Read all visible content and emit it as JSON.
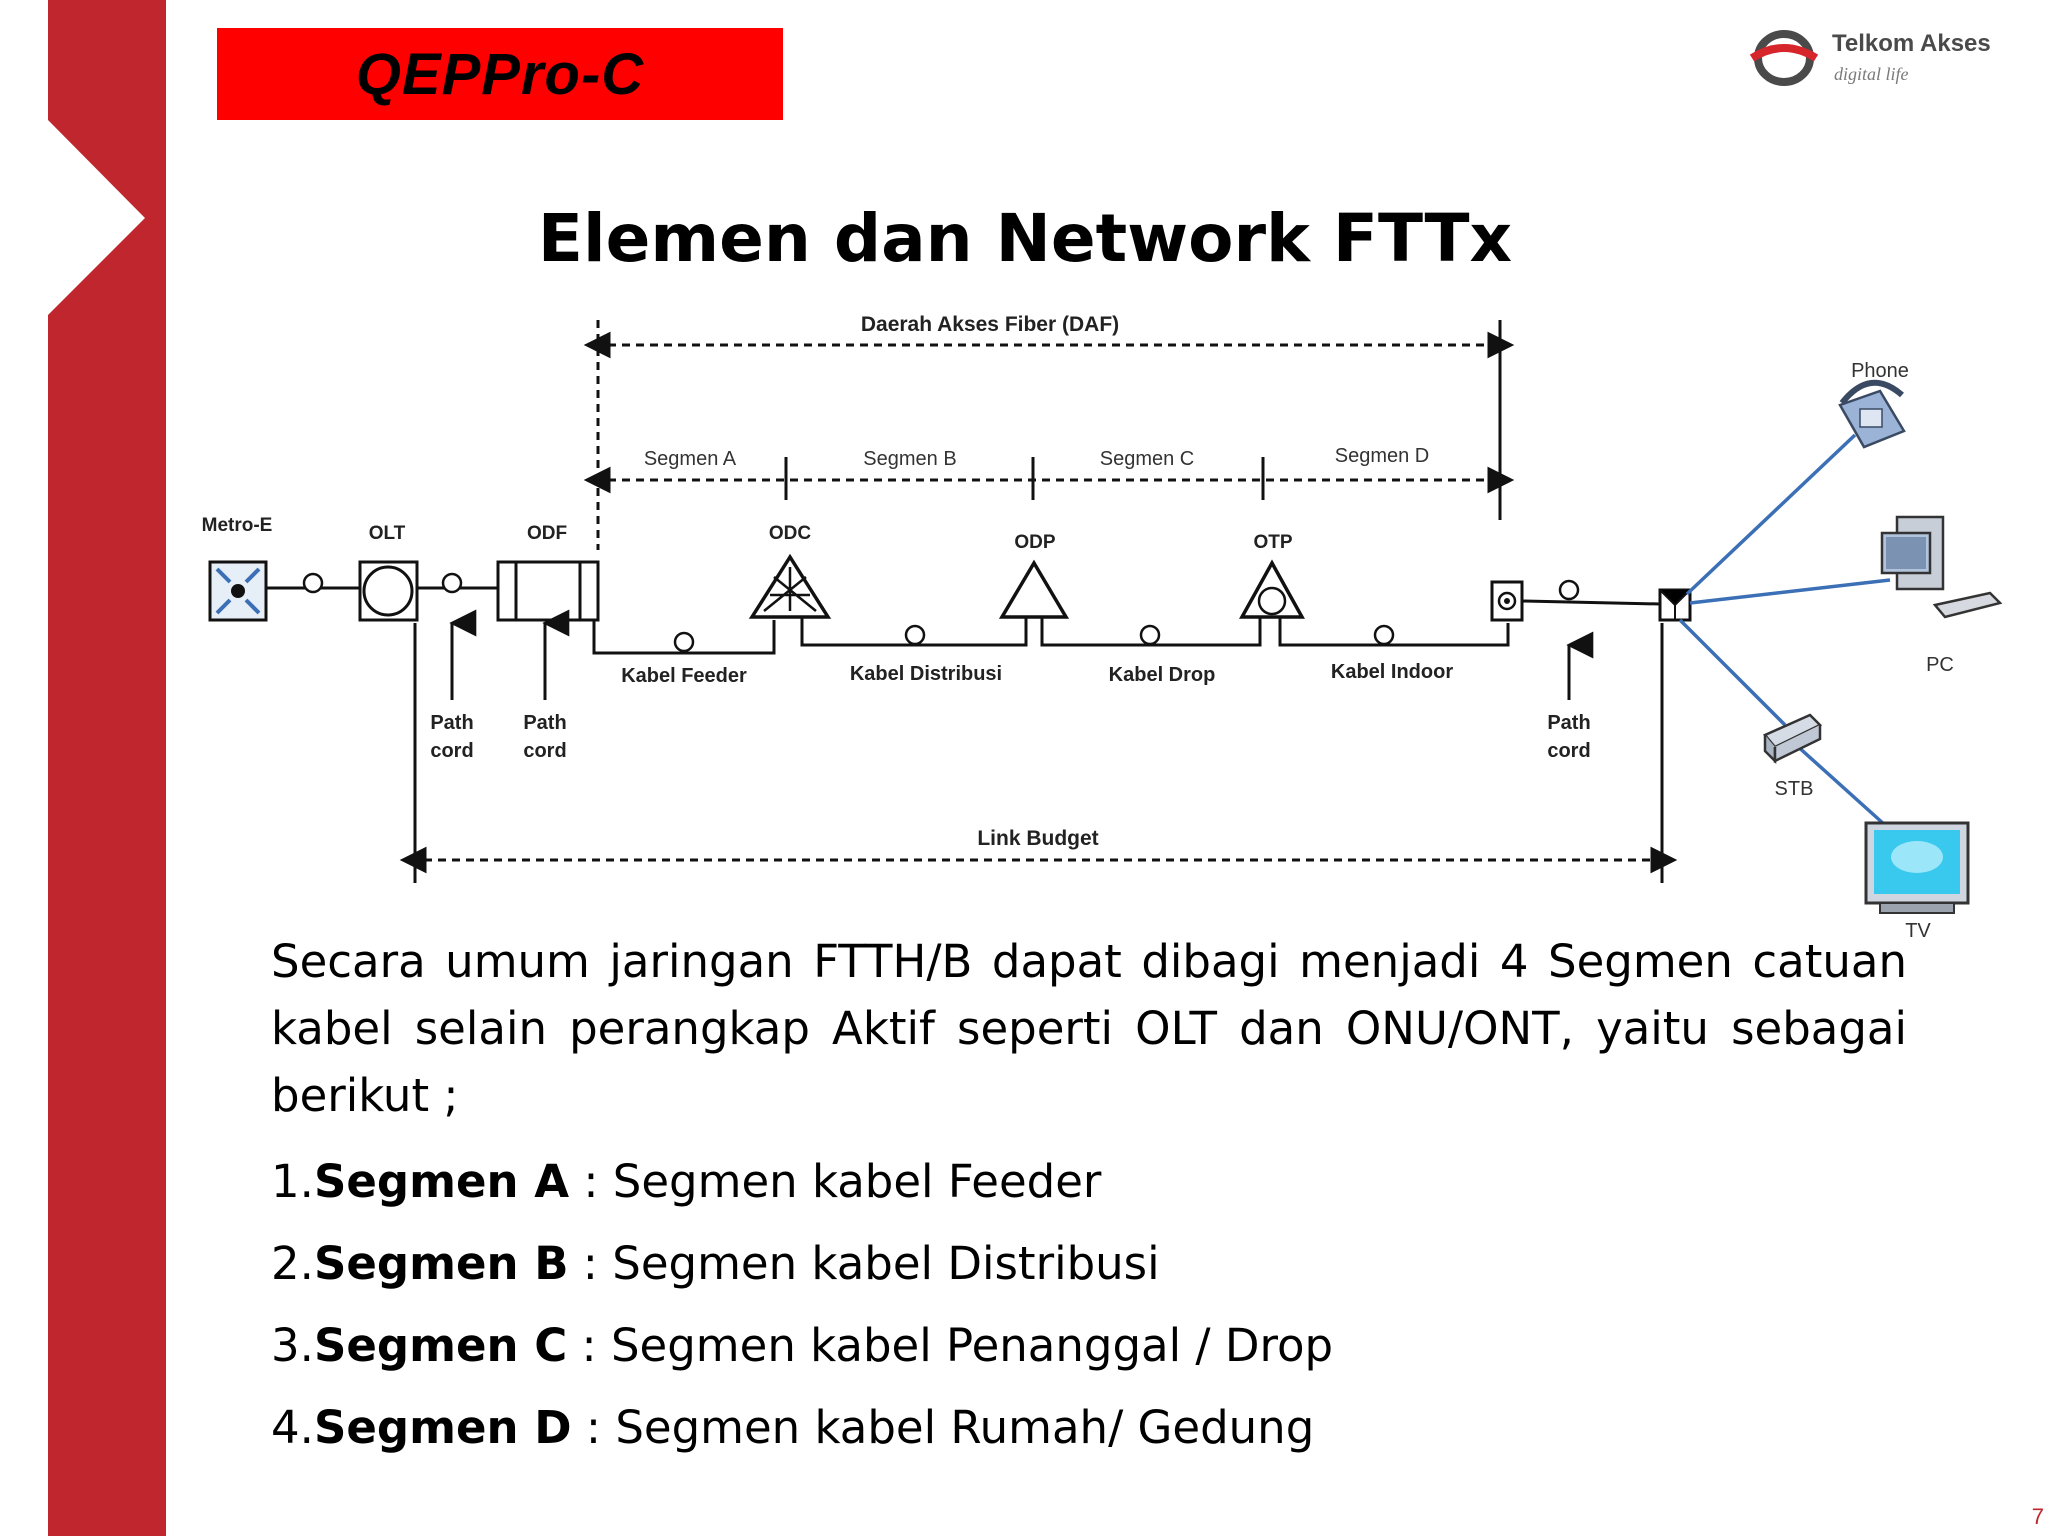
{
  "header": {
    "brand": "QEPPro-C",
    "logo_name": "Telkom Akses",
    "logo_tagline": "digital life"
  },
  "title": "Elemen dan Network FTTx",
  "diagram": {
    "daf_label": "Daerah Akses Fiber (DAF)",
    "segments": [
      "Segmen A",
      "Segmen B",
      "Segmen C",
      "Segmen D"
    ],
    "nodes": {
      "metro": "Metro-E",
      "olt": "OLT",
      "odf": "ODF",
      "odc": "ODC",
      "odp": "ODP",
      "otp": "OTP"
    },
    "cables": [
      "Kabel Feeder",
      "Kabel Distribusi",
      "Kabel Drop",
      "Kabel Indoor"
    ],
    "path_cord": [
      "Path",
      "cord"
    ],
    "link_budget": "Link Budget",
    "devices": {
      "phone": "Phone",
      "pc": "PC",
      "stb": "STB",
      "tv": "TV"
    }
  },
  "body": {
    "intro": "Secara umum jaringan FTTH/B dapat  dibagi menjadi 4 Segmen catuan kabel selain perangkap Aktif seperti OLT dan ONU/ONT, yaitu sebagai berikut ;",
    "items": [
      {
        "num": "1.",
        "label": "Segmen A",
        "desc": " : Segmen kabel Feeder"
      },
      {
        "num": "2.",
        "label": "Segmen B",
        "desc": " : Segmen kabel Distribusi"
      },
      {
        "num": "3.",
        "label": "Segmen C",
        "desc": " : Segmen kabel Penanggal / Drop"
      },
      {
        "num": "4.",
        "label": "Segmen D",
        "desc": " : Segmen kabel Rumah/ Gedung"
      }
    ]
  },
  "page_number": "7",
  "colors": {
    "accent_red": "#c0262d",
    "brand_red": "#ff0000",
    "device_line": "#3b6fb6"
  }
}
